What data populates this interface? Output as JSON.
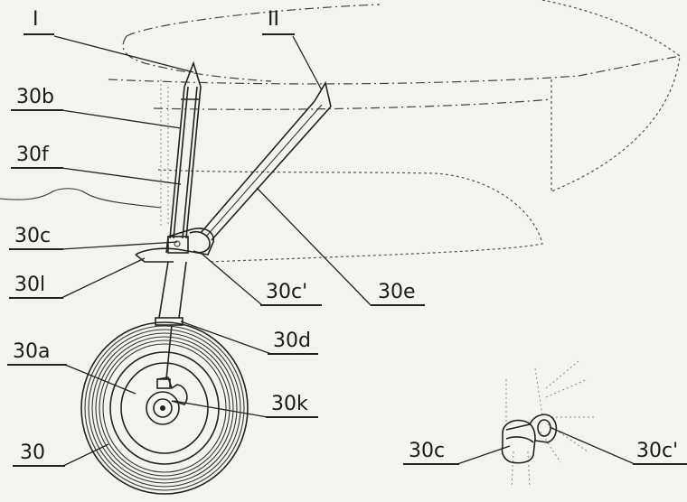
{
  "labels": {
    "view_I": "I",
    "view_II": "II",
    "l_30b": "30b",
    "l_30f": "30f",
    "l_30c": "30c",
    "l_30l": "30l",
    "l_30a": "30a",
    "l_30": "30",
    "l_30cp": "30c'",
    "l_30e": "30e",
    "l_30d": "30d",
    "l_30k": "30k",
    "detail_30c": "30c",
    "detail_30cp": "30c'"
  }
}
